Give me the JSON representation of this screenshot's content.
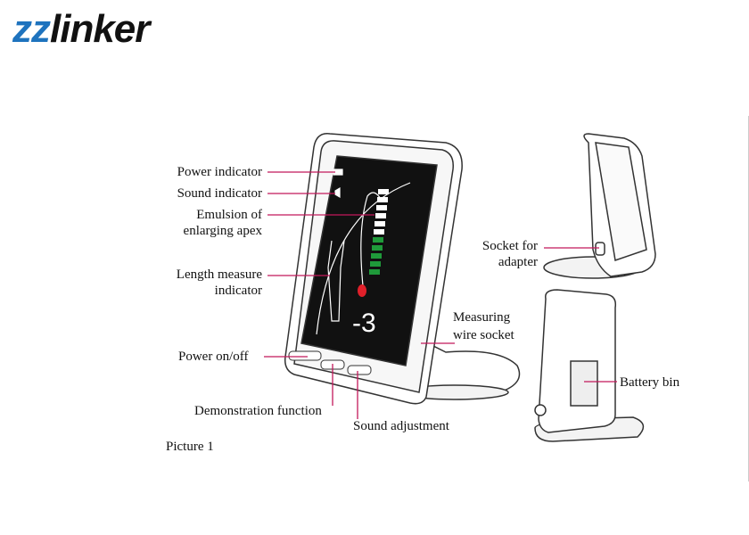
{
  "logo": {
    "part1": "zz",
    "part2": "linker"
  },
  "device": {
    "screen_reading": "-3"
  },
  "labels": {
    "power_indicator": "Power indicator",
    "sound_indicator": "Sound indicator",
    "emulsion": [
      "Emulsion of",
      "enlarging apex"
    ],
    "length_measure": [
      "Length measure",
      "indicator"
    ],
    "power_onoff": "Power on/off",
    "demonstration": "Demonstration function",
    "sound_adjustment": "Sound adjustment",
    "measuring_wire": [
      "Measuring",
      "wire socket"
    ],
    "socket_adapter": [
      "Socket for",
      "adapter"
    ],
    "battery_bin": "Battery bin"
  },
  "caption": "Picture 1",
  "colors": {
    "leader": "#c2185b",
    "brand": "#1e73be",
    "bar_green": "#1f9a3a",
    "apex_red": "#e0202a"
  }
}
